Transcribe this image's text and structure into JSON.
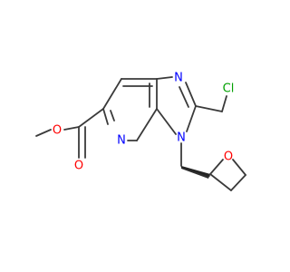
{
  "atoms": {
    "n_top": {
      "label": "N",
      "color": "#0000ff"
    },
    "n_imid": {
      "label": "N",
      "color": "#0000ff"
    },
    "n_pyr": {
      "label": "N",
      "color": "#0000ff"
    },
    "cl": {
      "label": "Cl",
      "color": "#00a000"
    },
    "o_ester_single": {
      "label": "O",
      "color": "#ff0000"
    },
    "o_ester_double": {
      "label": "O",
      "color": "#ff0000"
    },
    "o_oxetane": {
      "label": "O",
      "color": "#ff0000"
    }
  }
}
